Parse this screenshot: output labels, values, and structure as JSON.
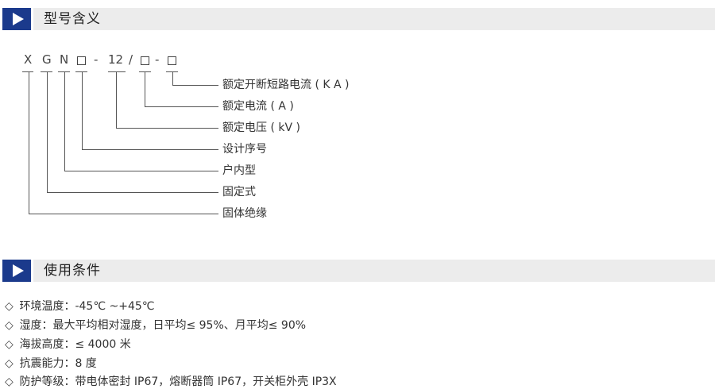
{
  "sections": {
    "model": {
      "title": "型号含义"
    },
    "conditions": {
      "title": "使用条件"
    }
  },
  "model_code": {
    "chars": [
      "X",
      "G",
      "N",
      "-",
      "12",
      "/",
      "-"
    ],
    "meanings": [
      "额定开断短路电流 ( K A )",
      "额定电流 ( A )",
      "额定电压 ( kV )",
      "设计序号",
      "户内型",
      "固定式",
      "固体绝缘"
    ]
  },
  "conditions": [
    {
      "bullet": "◇",
      "text": "环境温度：-45℃ ~+45℃"
    },
    {
      "bullet": "◇",
      "text": "湿度：最大平均相对湿度，日平均≤ 95%、月平均≤ 90%"
    },
    {
      "bullet": "◇",
      "text": "海拔高度：≤ 4000 米"
    },
    {
      "bullet": "◇",
      "text": "抗震能力：8 度"
    },
    {
      "bullet": "◇",
      "text": "防护等级：带电体密封 IP67，熔断器筒 IP67，开关柜外壳 IP3X"
    }
  ],
  "colors": {
    "accent": "#1b3a8c",
    "header_bg": "#ececec",
    "text": "#333333"
  }
}
